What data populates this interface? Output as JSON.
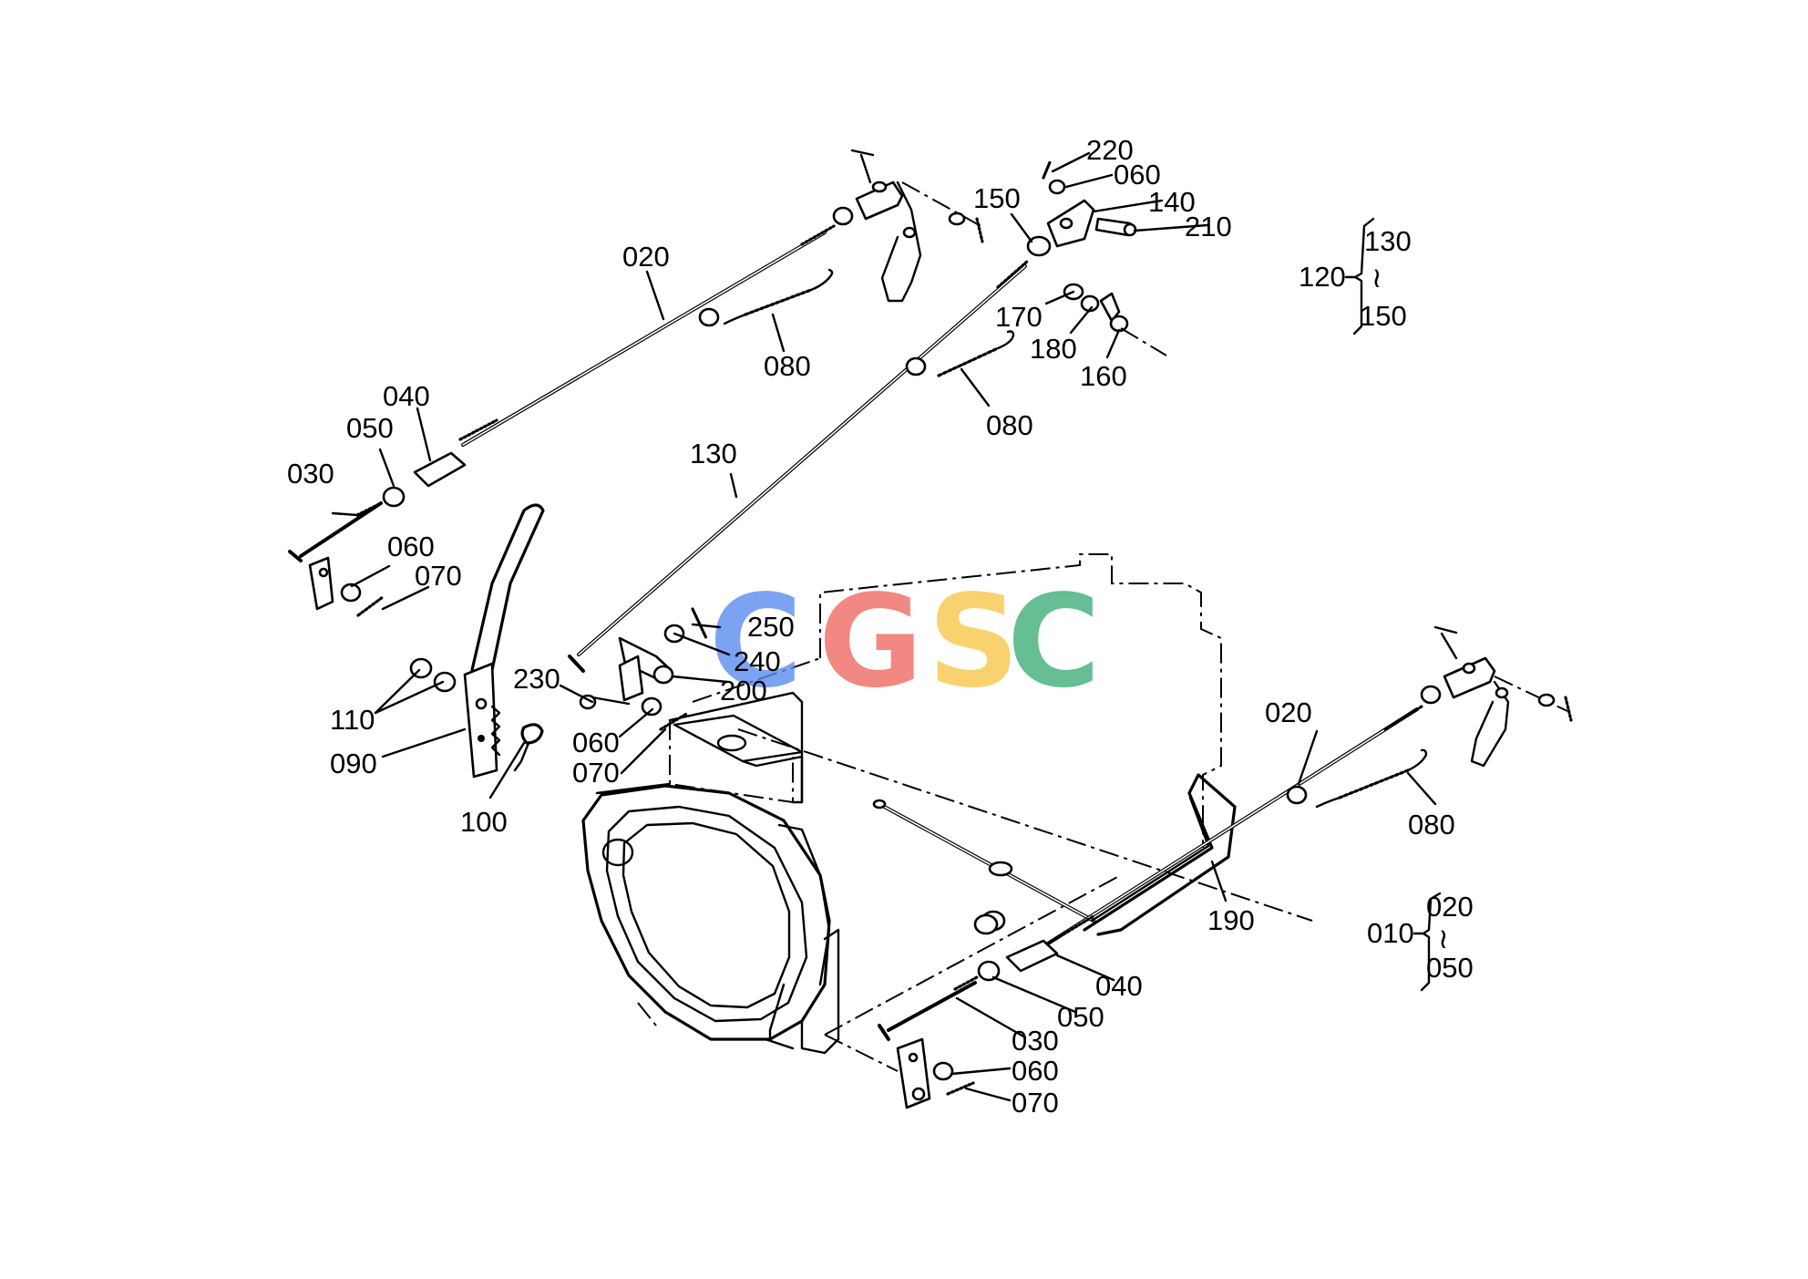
{
  "callouts": {
    "c_020_top": "020",
    "c_030_top": "030",
    "c_040_top": "040",
    "c_050_top": "050",
    "c_060_left": "060",
    "c_070_left": "070",
    "c_080_a": "080",
    "c_080_b": "080",
    "c_130": "130",
    "c_150": "150",
    "c_220": "220",
    "c_060_topright": "060",
    "c_140": "140",
    "c_210": "210",
    "c_170": "170",
    "c_180": "180",
    "c_160": "160",
    "c_250": "250",
    "c_240": "240",
    "c_200": "200",
    "c_230": "230",
    "c_060_mid": "060",
    "c_070_mid": "070",
    "c_110": "110",
    "c_090": "090",
    "c_100": "100",
    "c_020_bottom": "020",
    "c_080_bottom": "080",
    "c_190": "190",
    "c_040_bottom": "040",
    "c_050_bottom": "050",
    "c_030_bottom": "030",
    "c_060_bottom": "060",
    "c_070_bottom": "070"
  },
  "groups": {
    "group_120": {
      "ref": "120",
      "from": "130",
      "tilde": "≀",
      "to": "150"
    },
    "group_010": {
      "ref": "010",
      "from": "020",
      "tilde": "≀",
      "to": "050"
    }
  },
  "watermark": {
    "letters": [
      "C",
      "G",
      "S",
      "C"
    ],
    "colors": [
      "#5b8def",
      "#ef6b63",
      "#f7c84a",
      "#3fae7a"
    ]
  }
}
